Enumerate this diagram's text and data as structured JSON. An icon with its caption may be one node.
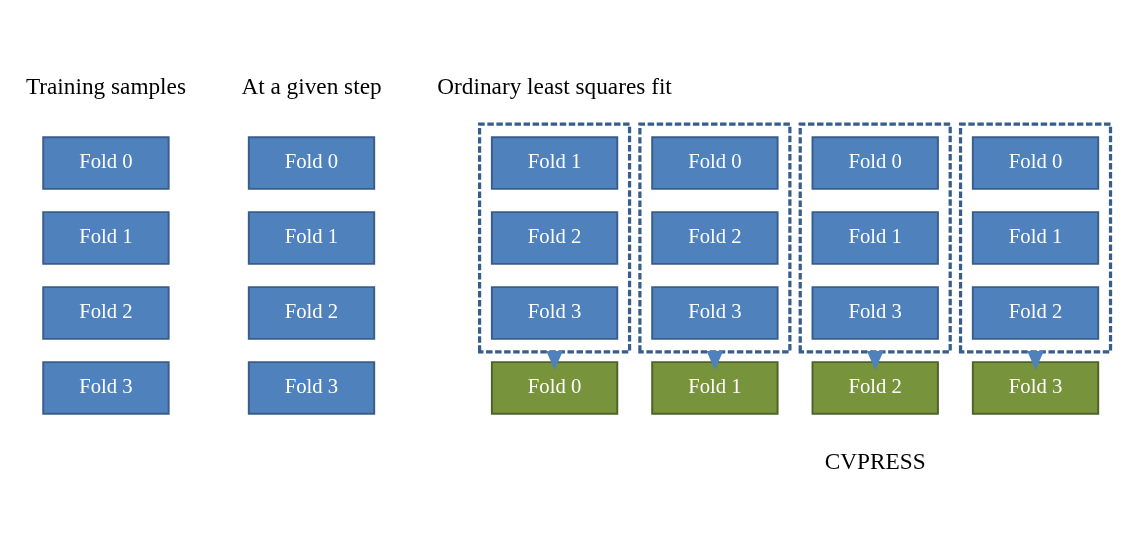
{
  "diagram": {
    "nodes": [
      {
        "text": [
          "Fold 0"
        ]
      },
      {
        "text": [
          "Fold 1"
        ]
      },
      {
        "text": [
          "Fold 2"
        ]
      },
      {
        "text": [
          "Fold 3"
        ]
      },
      {
        "text": [
          "Fold 0"
        ]
      },
      {
        "text": [
          "Fold 1"
        ]
      },
      {
        "text": [
          "Fold 2"
        ]
      },
      {
        "text": [
          "Fold 3"
        ]
      },
      {
        "text": [],
        "shape": "box"
      },
      {
        "text": [
          "Fold 1"
        ],
        "in": 8
      },
      {
        "text": [
          "Fold 2"
        ],
        "in": 8
      },
      {
        "text": [
          "Fold 3"
        ],
        "in": 8
      },
      {
        "text": [],
        "shape": "box"
      },
      {
        "text": [
          "Fold 0"
        ],
        "in": 12
      },
      {
        "text": [
          "Fold 2"
        ],
        "in": 12
      },
      {
        "text": [
          "Fold 3"
        ],
        "in": 12
      },
      {
        "text": [],
        "shape": "box"
      },
      {
        "text": [
          "Fold 0"
        ],
        "in": 16
      },
      {
        "text": [
          "Fold 1"
        ],
        "in": 16
      },
      {
        "text": [
          "Fold 3"
        ],
        "in": 16
      },
      {
        "text": [],
        "shape": "box"
      },
      {
        "text": [
          "Fold 0"
        ],
        "in": 20
      },
      {
        "text": [
          "Fold 1"
        ],
        "in": 20
      },
      {
        "text": [
          "Fold 2"
        ],
        "in": 20
      },
      {
        "text": [
          "Fold 0"
        ]
      },
      {
        "text": [
          "Fold 1"
        ]
      },
      {
        "text": [
          "Fold 2"
        ]
      },
      {
        "text": [
          "Fold 3"
        ]
      }
    ],
    "edges": [
      {
        "from": 8,
        "to": 24,
        "arrow": "to",
        "style": "thick"
      },
      {
        "from": 12,
        "to": 25,
        "arrow": "to",
        "style": "thick"
      },
      {
        "from": 16,
        "to": 26,
        "arrow": "to",
        "style": "thick"
      },
      {
        "from": 20,
        "to": 27,
        "arrow": "to",
        "style": "thick"
      }
    ],
    "labels": [
      "Training samples",
      "At a given step",
      "Ordinary least squares fit",
      "CVPRESS"
    ]
  }
}
